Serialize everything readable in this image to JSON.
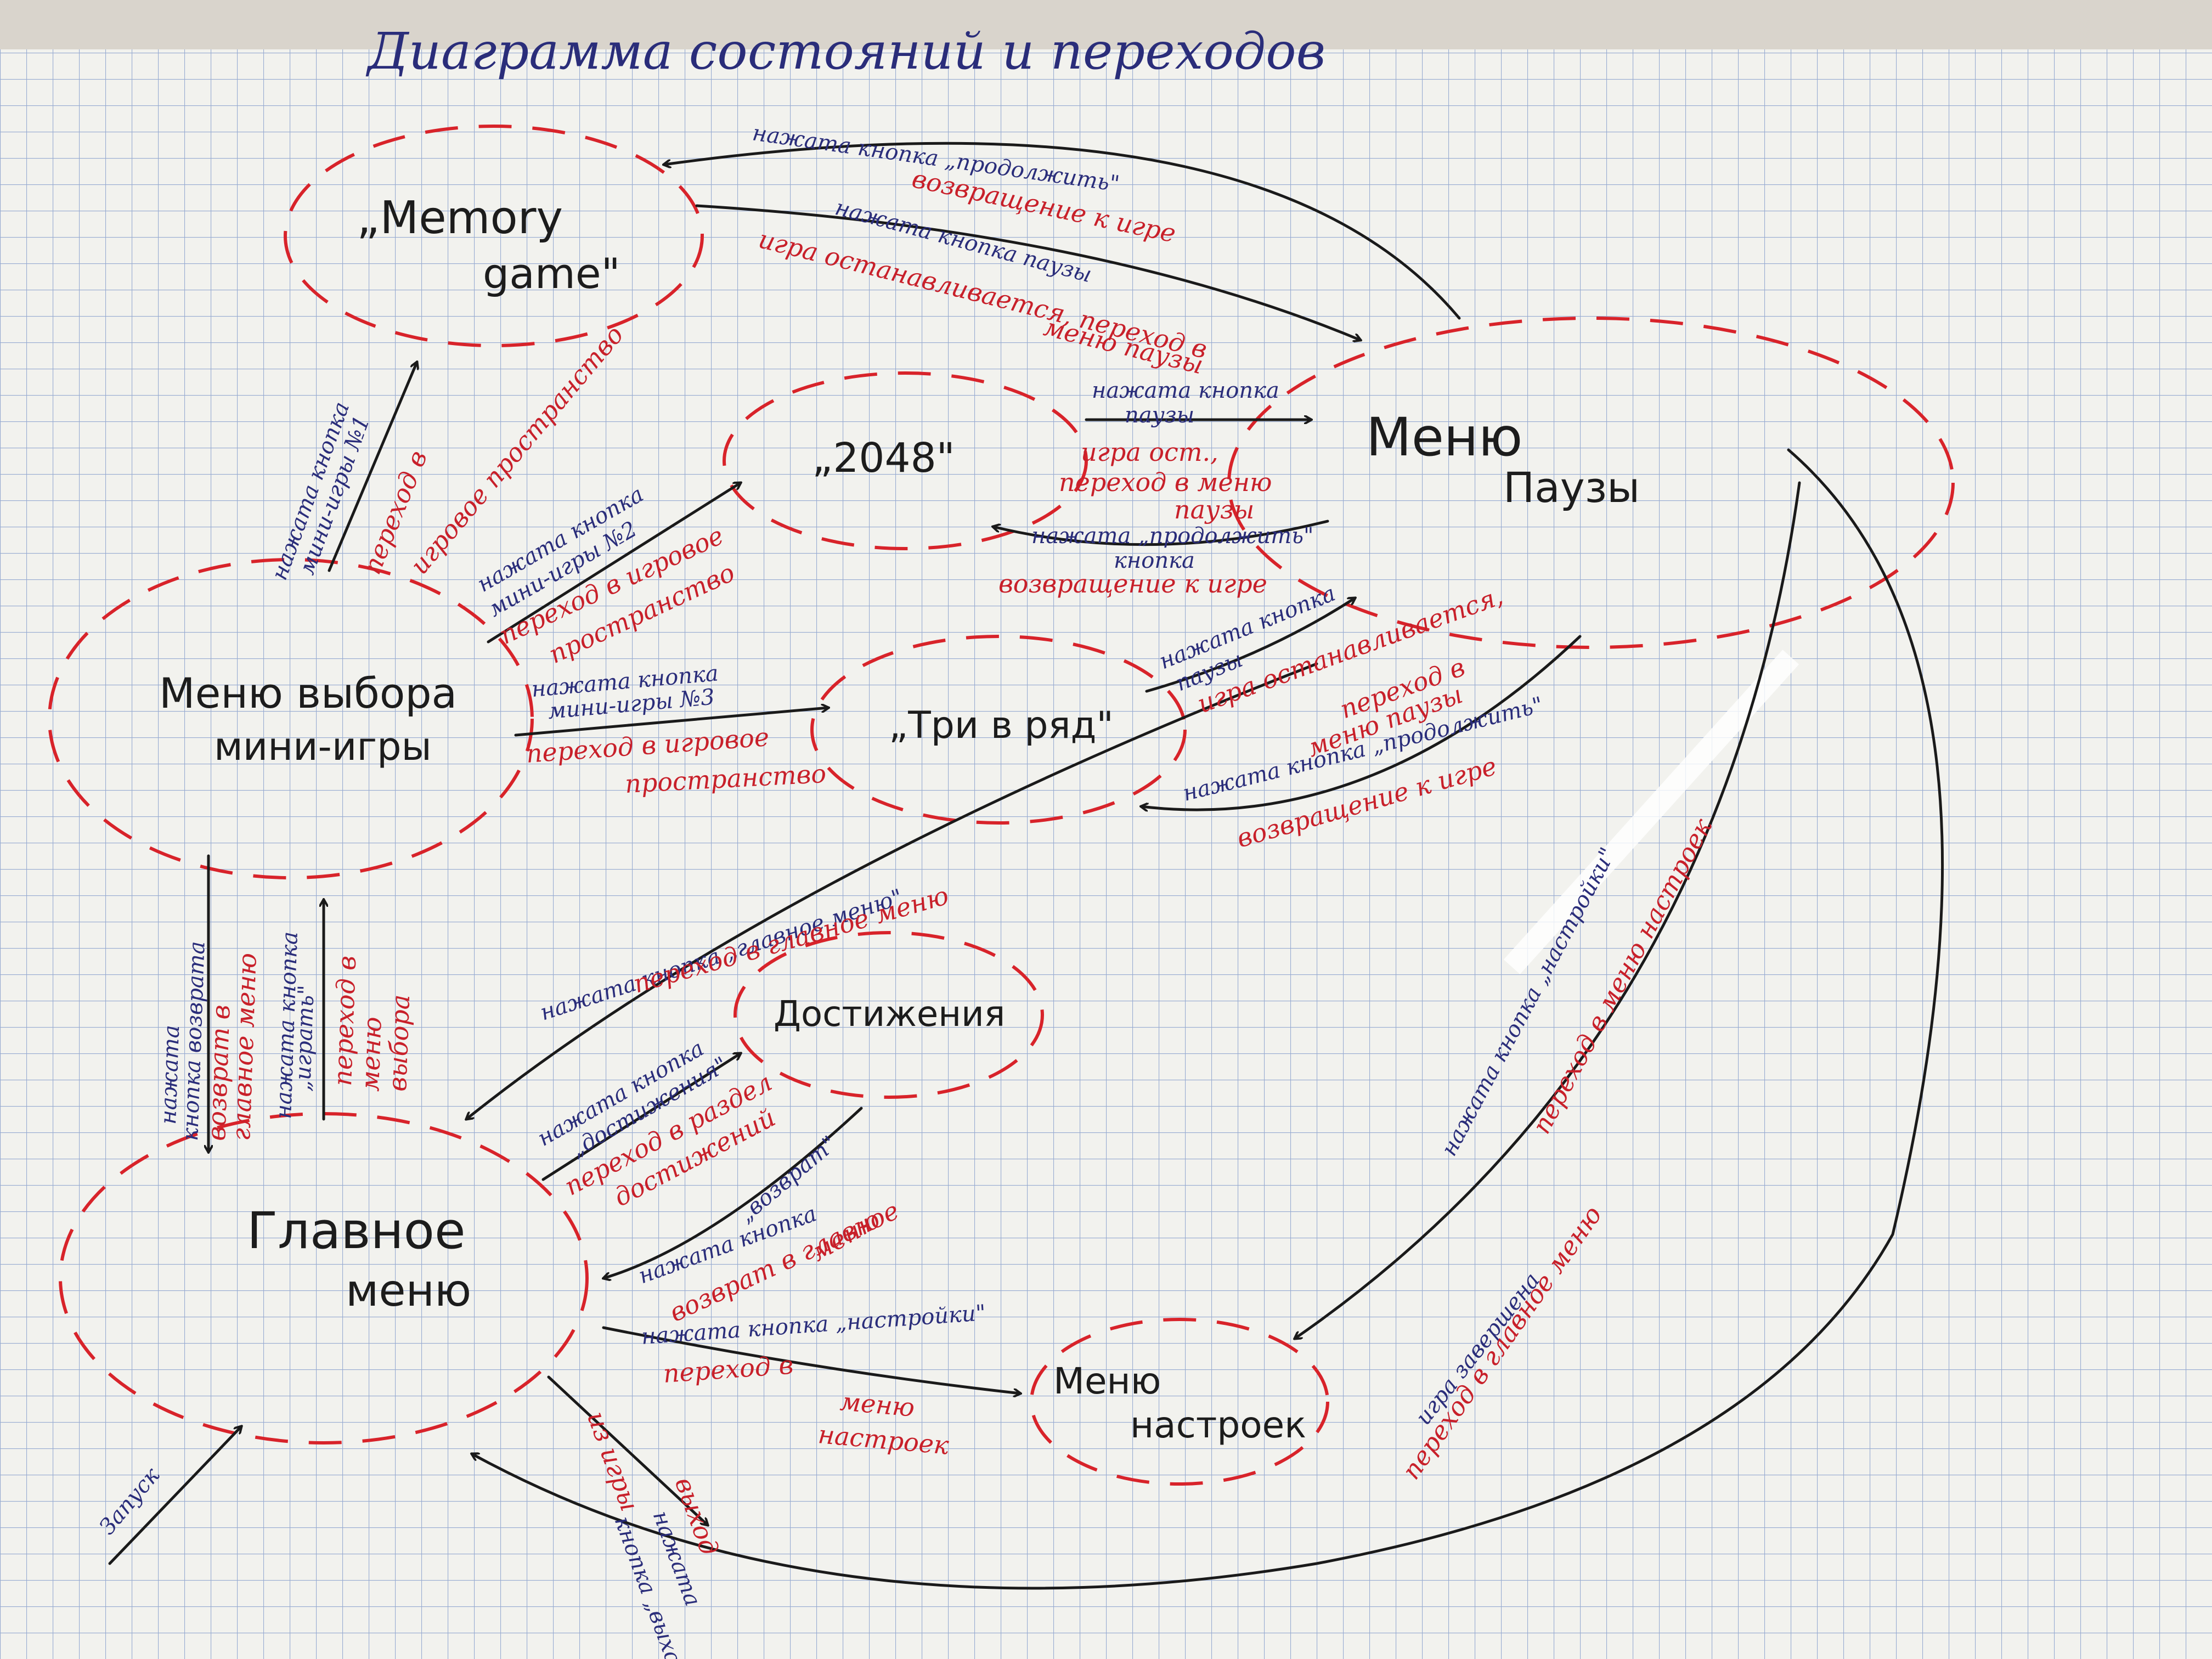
{
  "title": "Диаграмма состояний и переходов",
  "colors": {
    "paper": "#f2f2ee",
    "grid": "#6f8fc4",
    "node_outline": "#d8232a",
    "arrow": "#1a1a1a",
    "label_blue": "#2a2d7a",
    "label_red": "#c8202a"
  },
  "nodes": {
    "memory": [
      "„Memory",
      "game\""
    ],
    "g2048": "„2048\"",
    "three": "„Три в ряд\"",
    "pause": [
      "Меню",
      "Паузы"
    ],
    "select": [
      "Меню выбора",
      "мини-игры"
    ],
    "achievements": "Достижения",
    "main": [
      "Главное",
      "меню"
    ],
    "settings": [
      "Меню",
      "настроек"
    ]
  },
  "labels": {
    "pause_to_memory_event": "нажата кнопка „продолжить\"",
    "pause_to_memory_action": "возвращение к игре",
    "memory_to_pause_event": "нажата кнопка паузы",
    "memory_to_pause_action": [
      "игра останавливается, переход в",
      "меню паузы"
    ],
    "g2048_to_pause_event": [
      "нажата кнопка",
      "паузы"
    ],
    "g2048_to_pause_action": [
      "игра ост.,",
      "переход в меню",
      "паузы"
    ],
    "pause_to_2048_event": [
      "нажата „продолжить\"",
      "кнопка"
    ],
    "pause_to_2048_action": "возвращение к игре",
    "three_to_pause_event": [
      "нажата кнопка",
      "паузы"
    ],
    "three_to_pause_action": [
      "игра останавливается,",
      "переход в",
      "меню паузы"
    ],
    "pause_to_three_event": "нажата кнопка „продолжить\"",
    "pause_to_three_action": "возвращение к игре",
    "select_to_memory_event": [
      "нажата кнопка",
      "мини-игры №1"
    ],
    "select_to_memory_action": [
      "переход в",
      "игровое пространство"
    ],
    "select_to_2048_event": [
      "нажата кнопка",
      "мини-игры №2"
    ],
    "select_to_2048_action": [
      "переход в игровое",
      "пространство"
    ],
    "select_to_three_event": [
      "нажата кнопка",
      "мини-игры №3"
    ],
    "select_to_three_action": [
      "переход в игровое",
      "пространство"
    ],
    "pause_to_main_event": "нажата кнопка „главное меню\"",
    "pause_to_main_action": "переход в главное меню",
    "select_to_main_event": [
      "нажата",
      "кнопка возврата"
    ],
    "select_to_main_action": [
      "возврат в",
      "главное меню"
    ],
    "main_to_select_event": [
      "нажата кнопка",
      "„играть\""
    ],
    "main_to_select_action": [
      "переход в",
      "меню",
      "выбора"
    ],
    "main_to_achievements_event": [
      "нажата кнопка",
      "„достижения\""
    ],
    "main_to_achievements_action": [
      "переход в раздел",
      "достижений"
    ],
    "achievements_to_main_event": [
      "нажата кнопка",
      "„возврат\""
    ],
    "achievements_to_main_action": [
      "возврат в главное",
      "меню"
    ],
    "main_to_settings_event": "нажата кнопка „настройки\"",
    "main_to_settings_action": [
      "переход в",
      "меню",
      "настроек"
    ],
    "pause_to_settings_event": "нажата кнопка „настройки\"",
    "pause_to_settings_action": "переход в меню настроек",
    "main_exit_event": [
      "нажата",
      "кнопка „выход\""
    ],
    "main_exit_action": [
      "выход",
      "из игры"
    ],
    "settings_to_main_event": "игра завершена",
    "settings_to_main_action": "переход в главное меню",
    "start_label": "Запуск"
  }
}
